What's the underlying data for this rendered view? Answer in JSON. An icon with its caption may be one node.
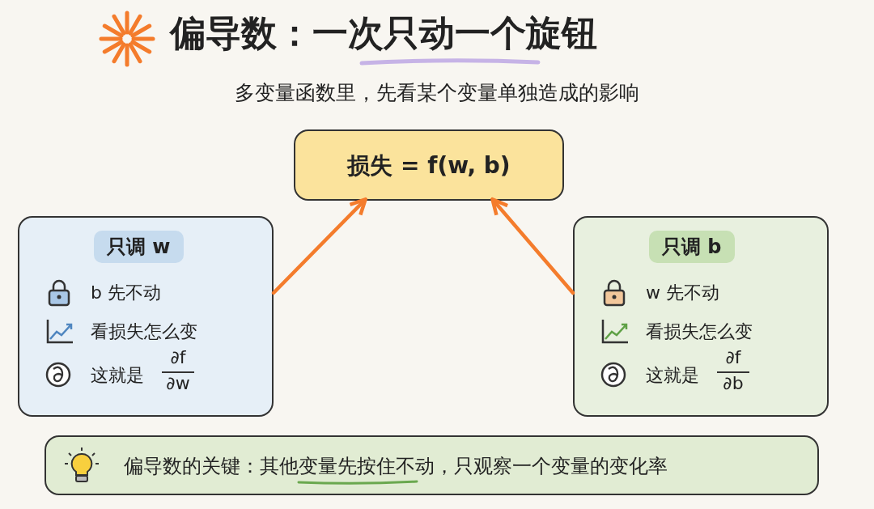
{
  "diagram": {
    "title": "偏导数：一次只动一个旋钮",
    "nodes": [
      {
        "text": [
          "损失 = f(w, b)"
        ]
      },
      {
        "text": [
          "只调 w",
          "b 先不动",
          "看损失怎么变",
          "这就是",
          "∂f",
          "∂w"
        ]
      },
      {
        "text": [
          "只调 b",
          "w 先不动",
          "看损失怎么变",
          "这就是",
          "∂f",
          "∂b"
        ]
      },
      {
        "text": [
          "偏导数的关键：其他变量先按住不动，只观察一个变量的变化率"
        ]
      }
    ],
    "edges": [
      {
        "from": 1,
        "to": 0,
        "arrow": "to"
      },
      {
        "from": 2,
        "to": 0,
        "arrow": "to"
      }
    ],
    "labels": [
      "多变量函数里，先看某个变量单独造成的影响"
    ]
  }
}
